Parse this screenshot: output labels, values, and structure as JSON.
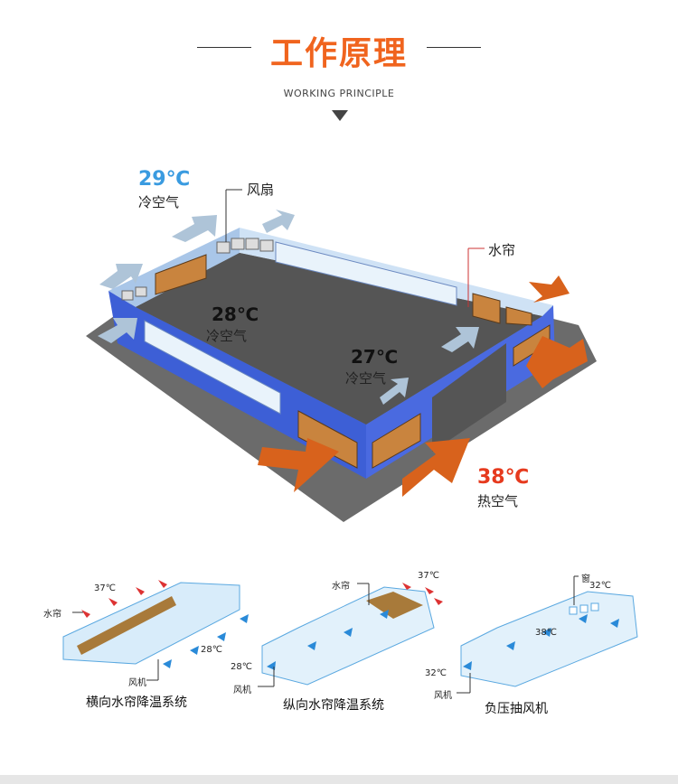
{
  "header": {
    "title": "工作原理",
    "subtitle": "WORKING PRINCIPLE"
  },
  "main_diagram": {
    "labels": {
      "temp_29": "29℃",
      "cold_air_1": "冷空气",
      "fan": "风扇",
      "water_curtain": "水帘",
      "temp_28": "28℃",
      "cold_air_2": "冷空气",
      "temp_27": "27℃",
      "cold_air_3": "冷空气",
      "temp_38": "38℃",
      "hot_air": "热空气"
    },
    "colors": {
      "cold": "#3a9be0",
      "hot": "#e63a1e",
      "arrow_hot": "#e0701e",
      "wall": "#3d5fd6"
    }
  },
  "systems": [
    {
      "caption": "横向水帘降温系统",
      "water_curtain": "水帘",
      "fan": "风机",
      "temp_in": "37℃",
      "temp_out": "28℃"
    },
    {
      "caption": "纵向水帘降温系统",
      "water_curtain": "水帘",
      "fan": "风机",
      "temp_in": "37℃",
      "temp_out": "28℃"
    },
    {
      "caption": "负压抽风机",
      "window": "窗",
      "fan": "风机",
      "temp_window": "32℃",
      "temp_mid": "38℃",
      "temp_out": "32℃"
    }
  ]
}
